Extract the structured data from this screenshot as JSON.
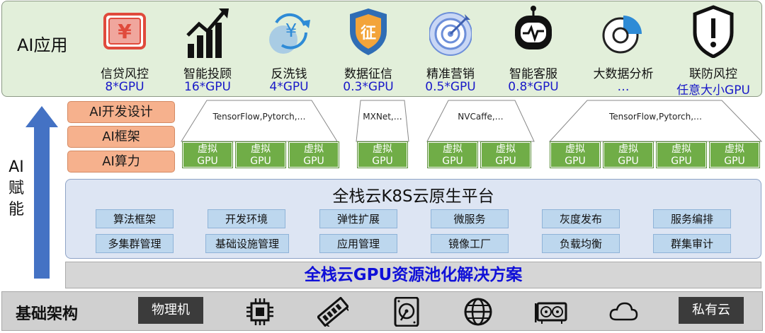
{
  "apps": {
    "title": "AI应用",
    "items": [
      {
        "name": "信贷风控",
        "gpu": "8*GPU",
        "icon": "yuan-wallet-icon"
      },
      {
        "name": "智能投顾",
        "gpu": "16*GPU",
        "icon": "growth-chart-icon"
      },
      {
        "name": "反洗钱",
        "gpu": "4*GPU",
        "icon": "yuan-refresh-icon"
      },
      {
        "name": "数据征信",
        "gpu": "0.3*GPU",
        "icon": "credit-shield-icon"
      },
      {
        "name": "精准营销",
        "gpu": "0.5*GPU",
        "icon": "target-icon"
      },
      {
        "name": "智能客服",
        "gpu": "0.8*GPU",
        "icon": "robot-icon"
      },
      {
        "name": "大数据分析",
        "gpu": "…",
        "icon": "pie-chart-icon"
      },
      {
        "name": "联防风控",
        "gpu": "任意大小GPU",
        "icon": "alert-shield-icon"
      }
    ]
  },
  "layers": {
    "dev_design": "AI开发设计",
    "framework": "AI框架",
    "compute": "AI算力"
  },
  "empower": "AI赋能",
  "frameworks": [
    "TensorFlow,Pytorch,…",
    "MXNet,…",
    "NVCaffe,…",
    "TensorFlow,Pytorch,…"
  ],
  "vgpu": {
    "line1": "虚拟",
    "line2": "GPU"
  },
  "k8s": {
    "title": "全栈云K8S云原生平台",
    "row1": [
      "算法框架",
      "开发环境",
      "弹性扩展",
      "微服务",
      "灰度发布",
      "服务编排"
    ],
    "row2": [
      "多集群管理",
      "基础设施管理",
      "应用管理",
      "镜像工厂",
      "负载均衡",
      "群集审计"
    ]
  },
  "pool": "全栈云GPU资源池化解决方案",
  "infra": {
    "title": "基础架构",
    "physical": "物理机",
    "private_cloud": "私有云",
    "icons": [
      "cpu-chip-icon",
      "memory-module-icon",
      "hard-disk-icon",
      "network-globe-icon",
      "graphics-card-icon",
      "cloud-icon"
    ]
  },
  "colors": {
    "gpu_text": "#1919c8",
    "vgpu_fill": "#70ad47",
    "layer_fill": "#f6b18d",
    "service_fill": "#bdd7ee",
    "pool_text": "#1010d8"
  }
}
